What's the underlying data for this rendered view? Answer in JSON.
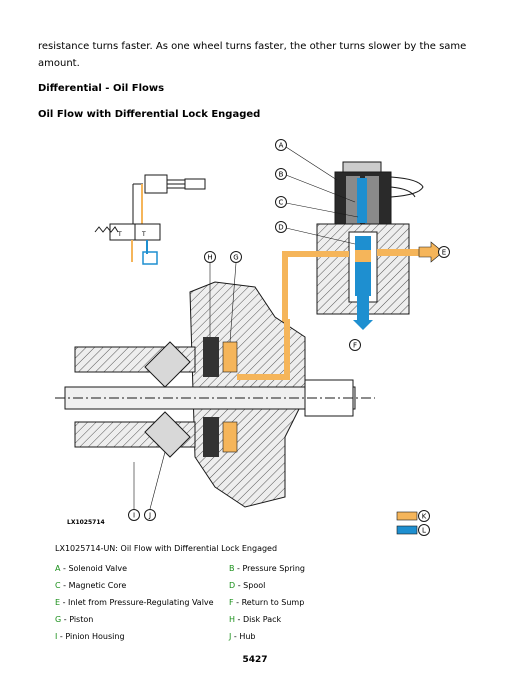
{
  "intro_text": "resistance turns faster. As one wheel turns faster, the other turns slower by the same amount.",
  "heading": "Differential - Oil Flows",
  "subheading": "Oil Flow with Differential Lock Engaged",
  "figure": {
    "drawing_id": "LX1025714",
    "callouts": [
      "A",
      "B",
      "C",
      "D",
      "E",
      "F",
      "G",
      "H",
      "I",
      "J",
      "K",
      "L"
    ],
    "colors": {
      "pressure_oil": "#f5b55a",
      "return_oil": "#1e8fd0",
      "metal": "#e0e0e0",
      "line": "#1a1a1a"
    }
  },
  "caption": "LX1025714-UN: Oil Flow with Differential Lock Engaged",
  "legend": [
    {
      "letter": "A",
      "text": "Solenoid Valve"
    },
    {
      "letter": "B",
      "text": "Pressure Spring"
    },
    {
      "letter": "C",
      "text": "Magnetic Core"
    },
    {
      "letter": "D",
      "text": "Spool"
    },
    {
      "letter": "E",
      "text": "Inlet from Pressure-Regulating Valve"
    },
    {
      "letter": "F",
      "text": "Return to Sump"
    },
    {
      "letter": "G",
      "text": "Piston"
    },
    {
      "letter": "H",
      "text": "Disk Pack"
    },
    {
      "letter": "I",
      "text": "Pinion Housing"
    },
    {
      "letter": "J",
      "text": "Hub"
    }
  ],
  "page_number": "5427"
}
